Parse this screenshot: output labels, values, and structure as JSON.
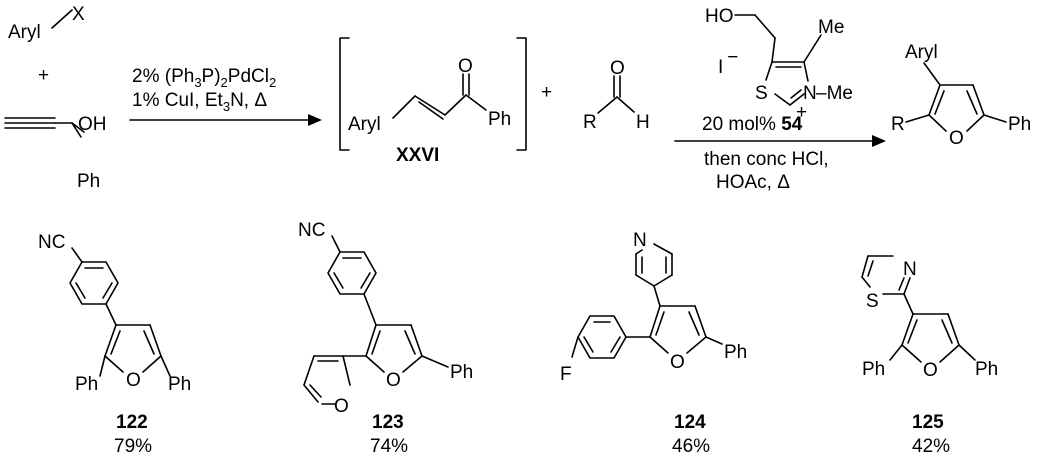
{
  "scheme": {
    "reactant1": {
      "aryl": "Aryl",
      "x": "X"
    },
    "plus1": "+",
    "reactant2": {
      "oh": "OH",
      "ph": "Ph"
    },
    "step1_conditions": {
      "line1_prefix": "2% (Ph",
      "line1_sub1": "3",
      "line1_mid": "P)",
      "line1_sub2": "2",
      "line1_suffix": "PdCl",
      "line1_sub3": "2",
      "line2_prefix": "1% CuI, Et",
      "line2_sub": "3",
      "line2_suffix": "N, Δ"
    },
    "intermediate": {
      "aryl": "Aryl",
      "o": "O",
      "ph": "Ph",
      "label": "XXVI"
    },
    "plus2": "+",
    "aldehyde": {
      "r": "R",
      "o": "O",
      "h": "H"
    },
    "catalyst": {
      "ho": "HO",
      "me1": "Me",
      "iodide": "I",
      "minus": "−",
      "s": "S",
      "n": "N",
      "plus": "+",
      "me2": "–Me"
    },
    "step2_conditions": {
      "line1_prefix": "20 mol% ",
      "line1_bold": "54",
      "line2": "then conc HCl,",
      "line3": "HOAc, Δ"
    },
    "product": {
      "aryl": "Aryl",
      "r": "R",
      "o": "O",
      "ph": "Ph"
    }
  },
  "examples": [
    {
      "id": "122",
      "yield": "79%",
      "labels": {
        "nc": "NC",
        "ph1": "Ph",
        "o": "O",
        "ph2": "Ph"
      }
    },
    {
      "id": "123",
      "yield": "74%",
      "labels": {
        "nc": "NC",
        "o1": "O",
        "o2": "O",
        "ph": "Ph"
      }
    },
    {
      "id": "124",
      "yield": "46%",
      "labels": {
        "n": "N",
        "f": "F",
        "o": "O",
        "ph": "Ph"
      }
    },
    {
      "id": "125",
      "yield": "42%",
      "labels": {
        "n": "N",
        "s": "S",
        "ph1": "Ph",
        "o": "O",
        "ph2": "Ph"
      }
    }
  ]
}
